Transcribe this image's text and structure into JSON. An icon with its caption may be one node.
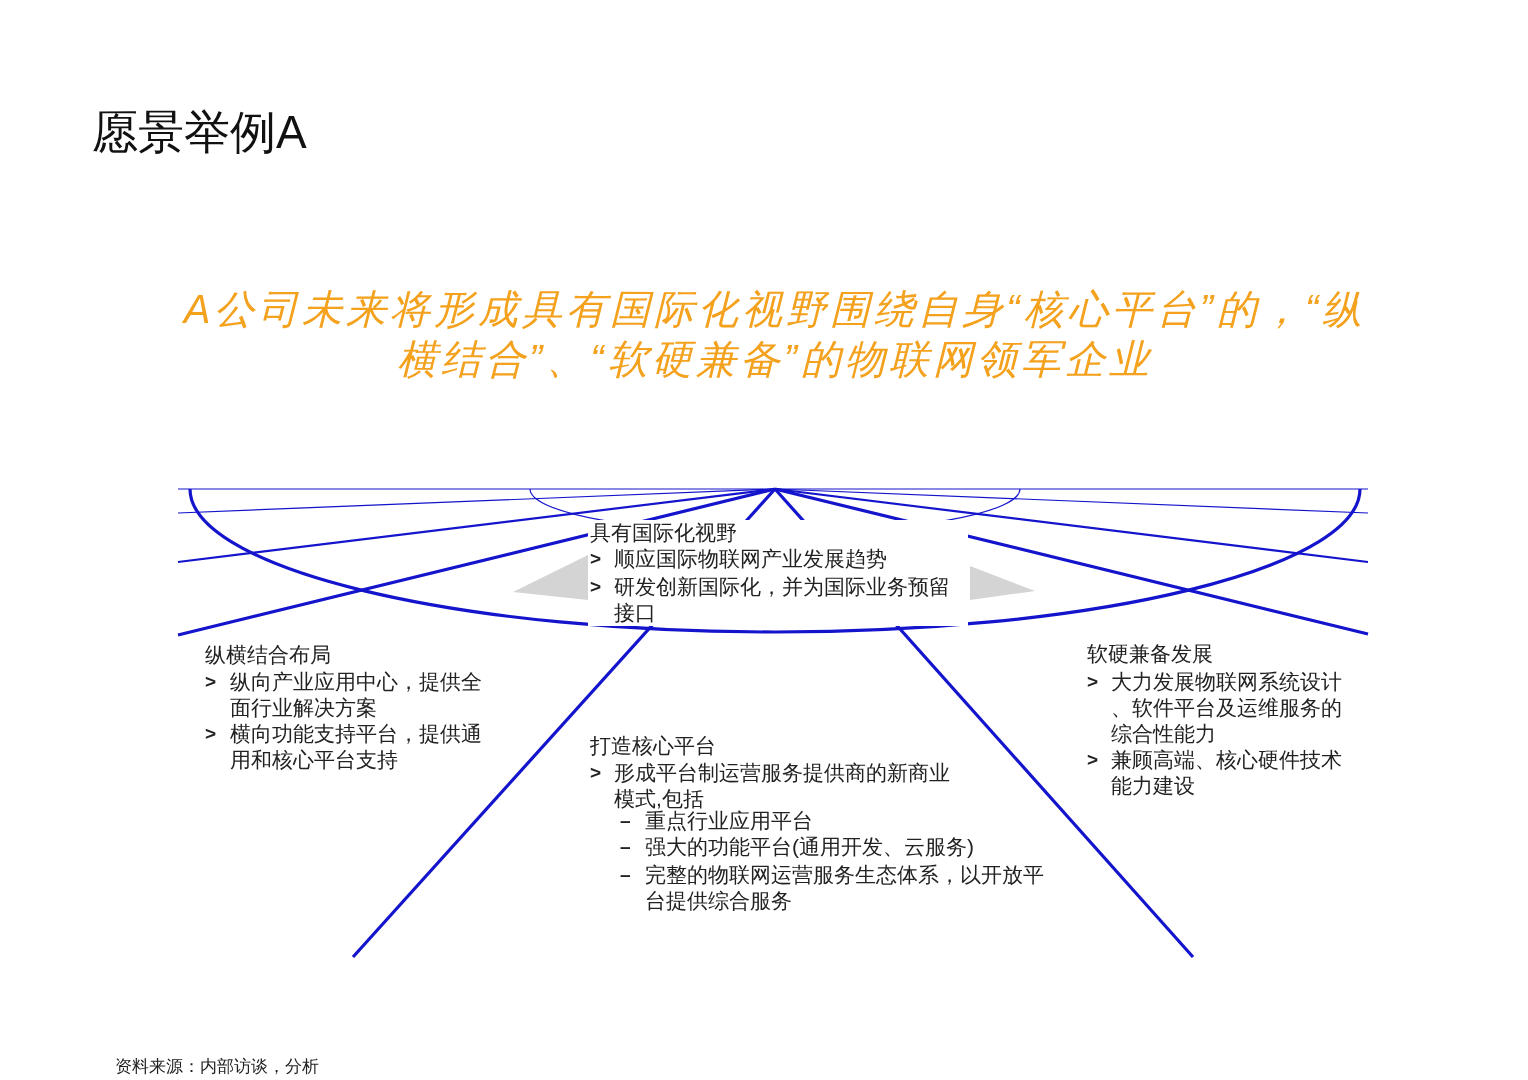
{
  "diagram": {
    "title": "愿景举例A",
    "labels": [
      "A公司未来将形成具有国际化视野围绕自身“核心平台”的，“纵横结合”、“软硬兼备”的物联网领军企业",
      "具有国际化视野",
      ">",
      "顺应国际物联网产业发展趋势",
      ">",
      "研发创新国际化，并为国际业务预留接口",
      "纵横结合布局",
      ">",
      "纵向产业应用中心，提供全面行业解决方案",
      ">",
      "横向功能支持平台，提供通用和核心平台支持",
      "打造核心平台",
      ">",
      "形成平台制运营服务提供商的新商业模式,包括",
      "–",
      "重点行业应用平台",
      "–",
      "强大的功能平台(通用开发、云服务)",
      "–",
      "完整的物联网运营服务生态体系，以开放平台提供综合服务",
      "软硬兼备发展",
      ">",
      "大力发展物联网系统设计、软件平台及运维服务的综合性能力",
      ">",
      "兼顾高端、核心硬件技术能力建设",
      "资料来源：内部访谈，分析"
    ]
  }
}
